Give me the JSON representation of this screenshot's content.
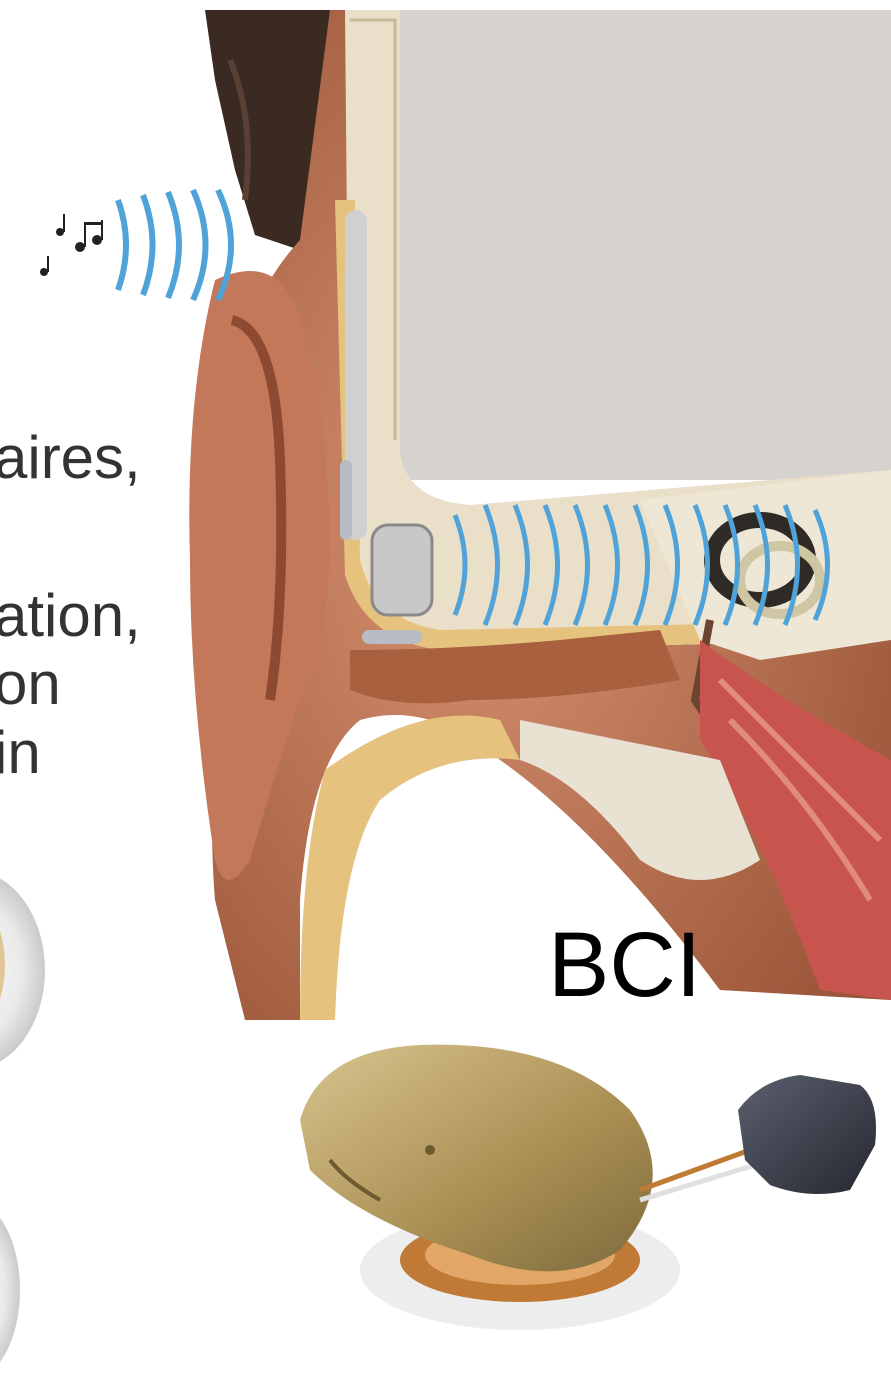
{
  "slide": {
    "text_fragments": [
      "aires,",
      "ation,",
      "on",
      "in"
    ],
    "device_label": "BCI"
  },
  "colors": {
    "skin": "#c98262",
    "skin_dark": "#a85c3f",
    "bone": "#e9c98c",
    "skull": "#d8d3cc",
    "sound_wave": "#4fa3d8",
    "muscle": "#c8554d",
    "device_gold": "#b49a5c",
    "coil_copper": "#c07a35",
    "transducer": "#3c3f4a",
    "text": "#333333"
  },
  "icons": {
    "music_notes": "music-notes-icon",
    "sound_waves": "sound-waves-icon"
  }
}
